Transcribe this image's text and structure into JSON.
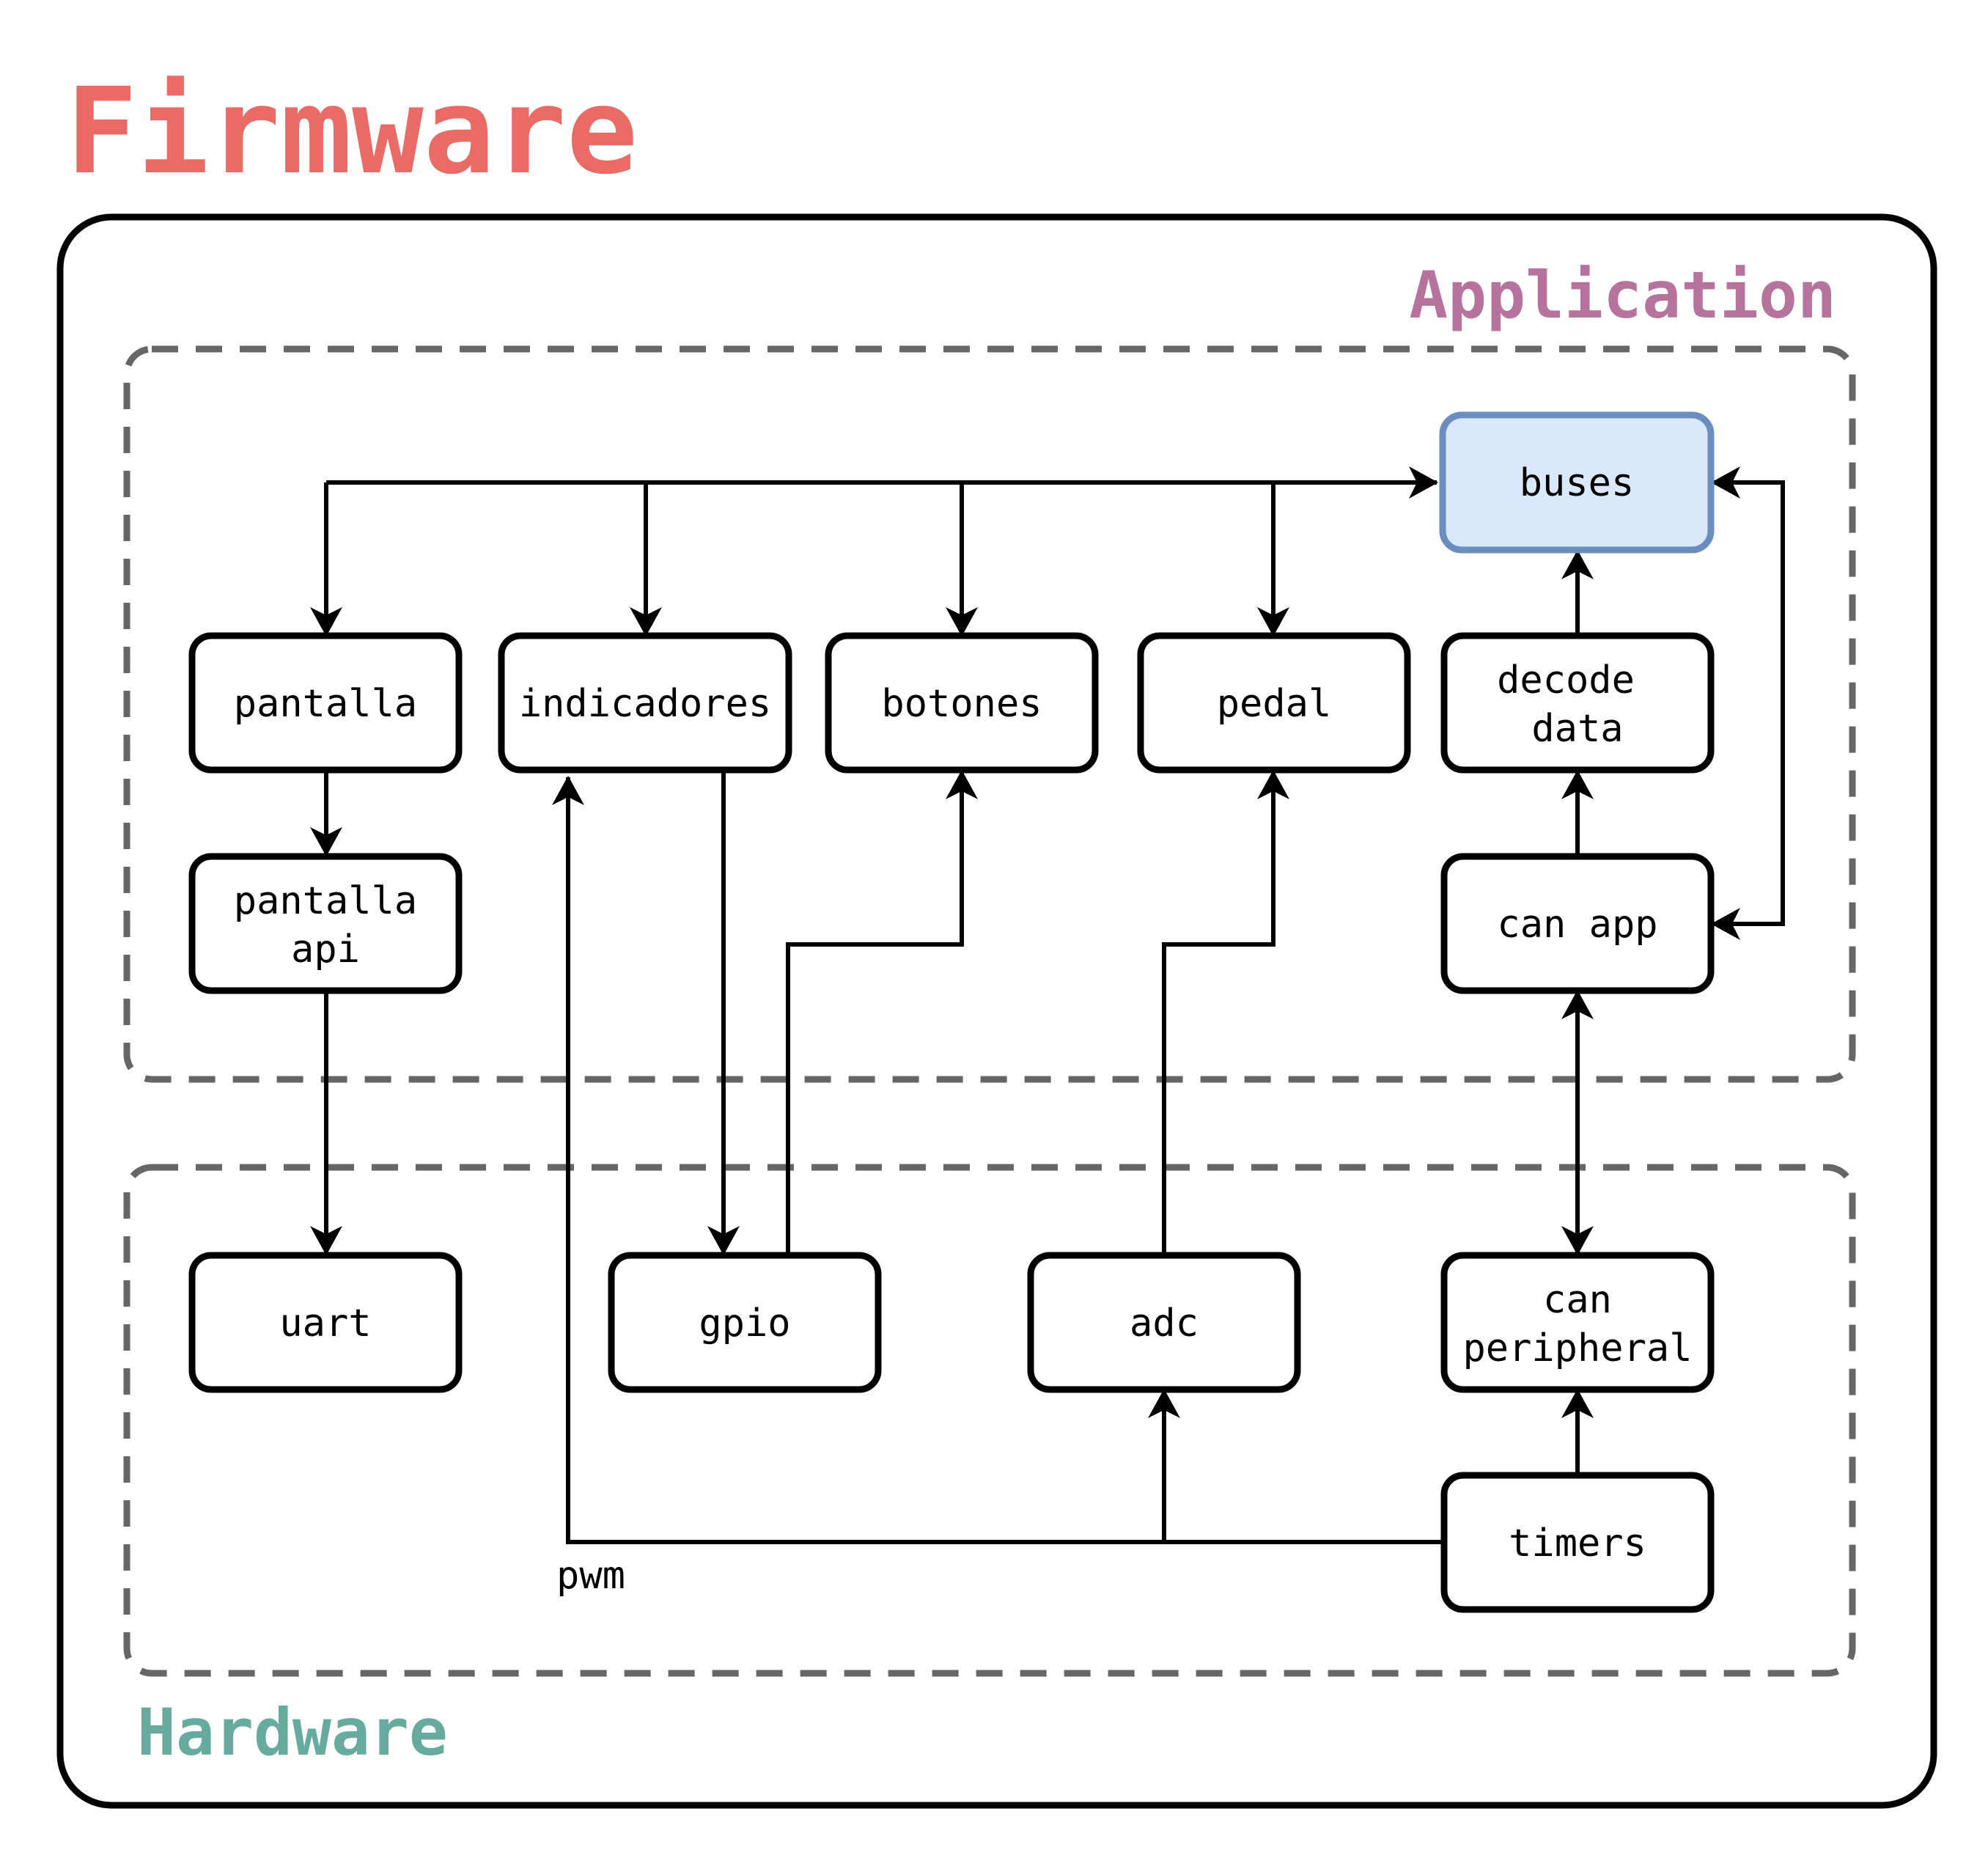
{
  "title": "Firmware",
  "colors": {
    "title": "#ea6b66",
    "application": "#b5739d",
    "hardware": "#67ab9f",
    "highlight_fill": "#dae8fc",
    "highlight_stroke": "#6c8ebf"
  },
  "groups": {
    "application": {
      "label": "Application"
    },
    "hardware": {
      "label": "Hardware"
    }
  },
  "nodes": {
    "buses": {
      "lines": [
        "buses"
      ]
    },
    "pantalla": {
      "lines": [
        "pantalla"
      ]
    },
    "indicadores": {
      "lines": [
        "indicadores"
      ]
    },
    "botones": {
      "lines": [
        "botones"
      ]
    },
    "pedal": {
      "lines": [
        "pedal"
      ]
    },
    "decode_data": {
      "lines": [
        "decode",
        "data"
      ]
    },
    "pantalla_api": {
      "lines": [
        "pantalla",
        "api"
      ]
    },
    "can_app": {
      "lines": [
        "can app"
      ]
    },
    "uart": {
      "lines": [
        "uart"
      ]
    },
    "gpio": {
      "lines": [
        "gpio"
      ]
    },
    "adc": {
      "lines": [
        "adc"
      ]
    },
    "can_peripheral": {
      "lines": [
        "can",
        "peripheral"
      ]
    },
    "timers": {
      "lines": [
        "timers"
      ]
    }
  },
  "edge_labels": {
    "pwm": "pwm"
  },
  "edges": [
    {
      "from": "buses",
      "to": "pantalla"
    },
    {
      "from": "buses",
      "to": "indicadores"
    },
    {
      "from": "buses",
      "to": "botones"
    },
    {
      "from": "buses",
      "to": "pedal"
    },
    {
      "from": "decode_data",
      "to": "buses"
    },
    {
      "from": "can_app",
      "to": "decode_data"
    },
    {
      "from": "can_app",
      "to": "buses",
      "bidirectional": true
    },
    {
      "from": "pantalla",
      "to": "pantalla_api"
    },
    {
      "from": "pantalla_api",
      "to": "uart"
    },
    {
      "from": "indicadores",
      "to": "gpio"
    },
    {
      "from": "gpio",
      "to": "botones"
    },
    {
      "from": "adc",
      "to": "pedal"
    },
    {
      "from": "can_app",
      "to": "can_peripheral",
      "bidirectional": true
    },
    {
      "from": "timers",
      "to": "can_peripheral"
    },
    {
      "from": "timers",
      "to": "adc"
    },
    {
      "from": "timers",
      "to": "indicadores",
      "label": "pwm"
    }
  ]
}
